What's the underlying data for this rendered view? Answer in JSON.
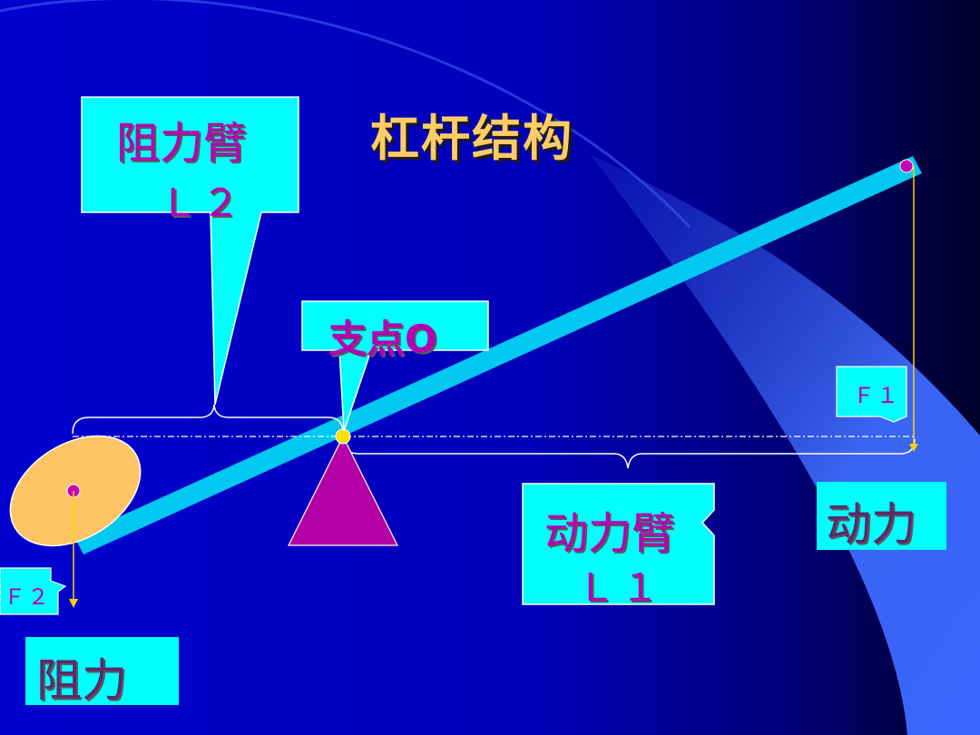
{
  "title": "杠杆结构",
  "labels": {
    "resistance_arm_line1": "阻力臂",
    "resistance_arm_line2": "Ｌ２",
    "fulcrum": "支点O",
    "effort_arm_line1": "动力臂",
    "effort_arm_line2": "Ｌ１",
    "f1": "Ｆ１",
    "f2": "Ｆ２",
    "effort": "动力",
    "resistance": "阻力"
  },
  "colors": {
    "background": "#0000c8",
    "callout_fill": "#00ffff",
    "callout_text": "#b400b4",
    "title": "#ffcc66",
    "lever": "#00c8f0",
    "fulcrum_triangle": "#b400a6",
    "load_ellipse": "#ffc466",
    "force_arrow": "#ffd200"
  }
}
